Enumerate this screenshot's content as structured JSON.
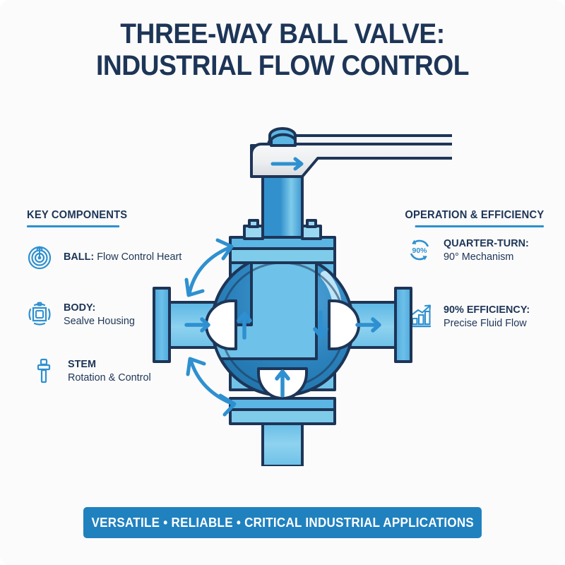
{
  "title": {
    "line1": "THREE-WAY BALL VALVE:",
    "line2": "INDUSTRIAL FLOW CONTROL"
  },
  "left_column": {
    "heading": "KEY COMPONENTS",
    "items": [
      {
        "icon": "target-circles-icon",
        "title": "BALL:",
        "subtitle": "Flow Control Heart",
        "inline": true
      },
      {
        "icon": "valve-body-icon",
        "title": "BODY:",
        "subtitle": "Sealve Housing",
        "inline": false
      },
      {
        "icon": "stem-icon",
        "title": "STEM",
        "subtitle": "Rotation & Control",
        "inline": false
      }
    ]
  },
  "right_column": {
    "heading": "OPERATION & EFFICIENCY",
    "items": [
      {
        "icon": "circular-arrows-90-icon",
        "icon_label": "90%",
        "title": "QUARTER-TURN:",
        "subtitle": "90° Mechanism"
      },
      {
        "icon": "bar-chart-trend-icon",
        "title": "90% EFFICIENCY:",
        "subtitle": "Precise Fluid Flow"
      }
    ]
  },
  "footer": {
    "text": "VERSATILE • RELIABLE • CRITICAL INDUSTRIAL APPLICATIONS"
  },
  "diagram": {
    "name": "three-way-ball-valve-cutaway",
    "ports": [
      {
        "name": "left-inlet-port",
        "flow_arrow": "right",
        "seat_arrow": "up"
      },
      {
        "name": "right-outlet-port",
        "flow_arrow": "right",
        "seat_arrow": "down"
      },
      {
        "name": "bottom-port",
        "flow_arrow": "up",
        "seat_arrow": "up"
      }
    ],
    "handle": {
      "name": "lever-handle",
      "arrow": "right"
    },
    "rotation_arrows": [
      {
        "name": "rotation-arrow-upper-left",
        "type": "double-headed-curve"
      },
      {
        "name": "rotation-arrow-lower-left",
        "type": "double-headed-curve"
      }
    ],
    "ball_bore": "L-port"
  },
  "colors": {
    "navy": "#1d3557",
    "accent_blue": "#2e90d0",
    "banner_blue": "#2081bf",
    "pipe_light": "#7fcbea",
    "pipe_mid": "#5bb6e4",
    "flange": "#4fa8dc",
    "ball_dark": "#2b82bc",
    "ball_light": "#6ec1e8",
    "outline": "#1d3557",
    "handle_gray": "#eceef0",
    "background": "#fbfbfb"
  }
}
